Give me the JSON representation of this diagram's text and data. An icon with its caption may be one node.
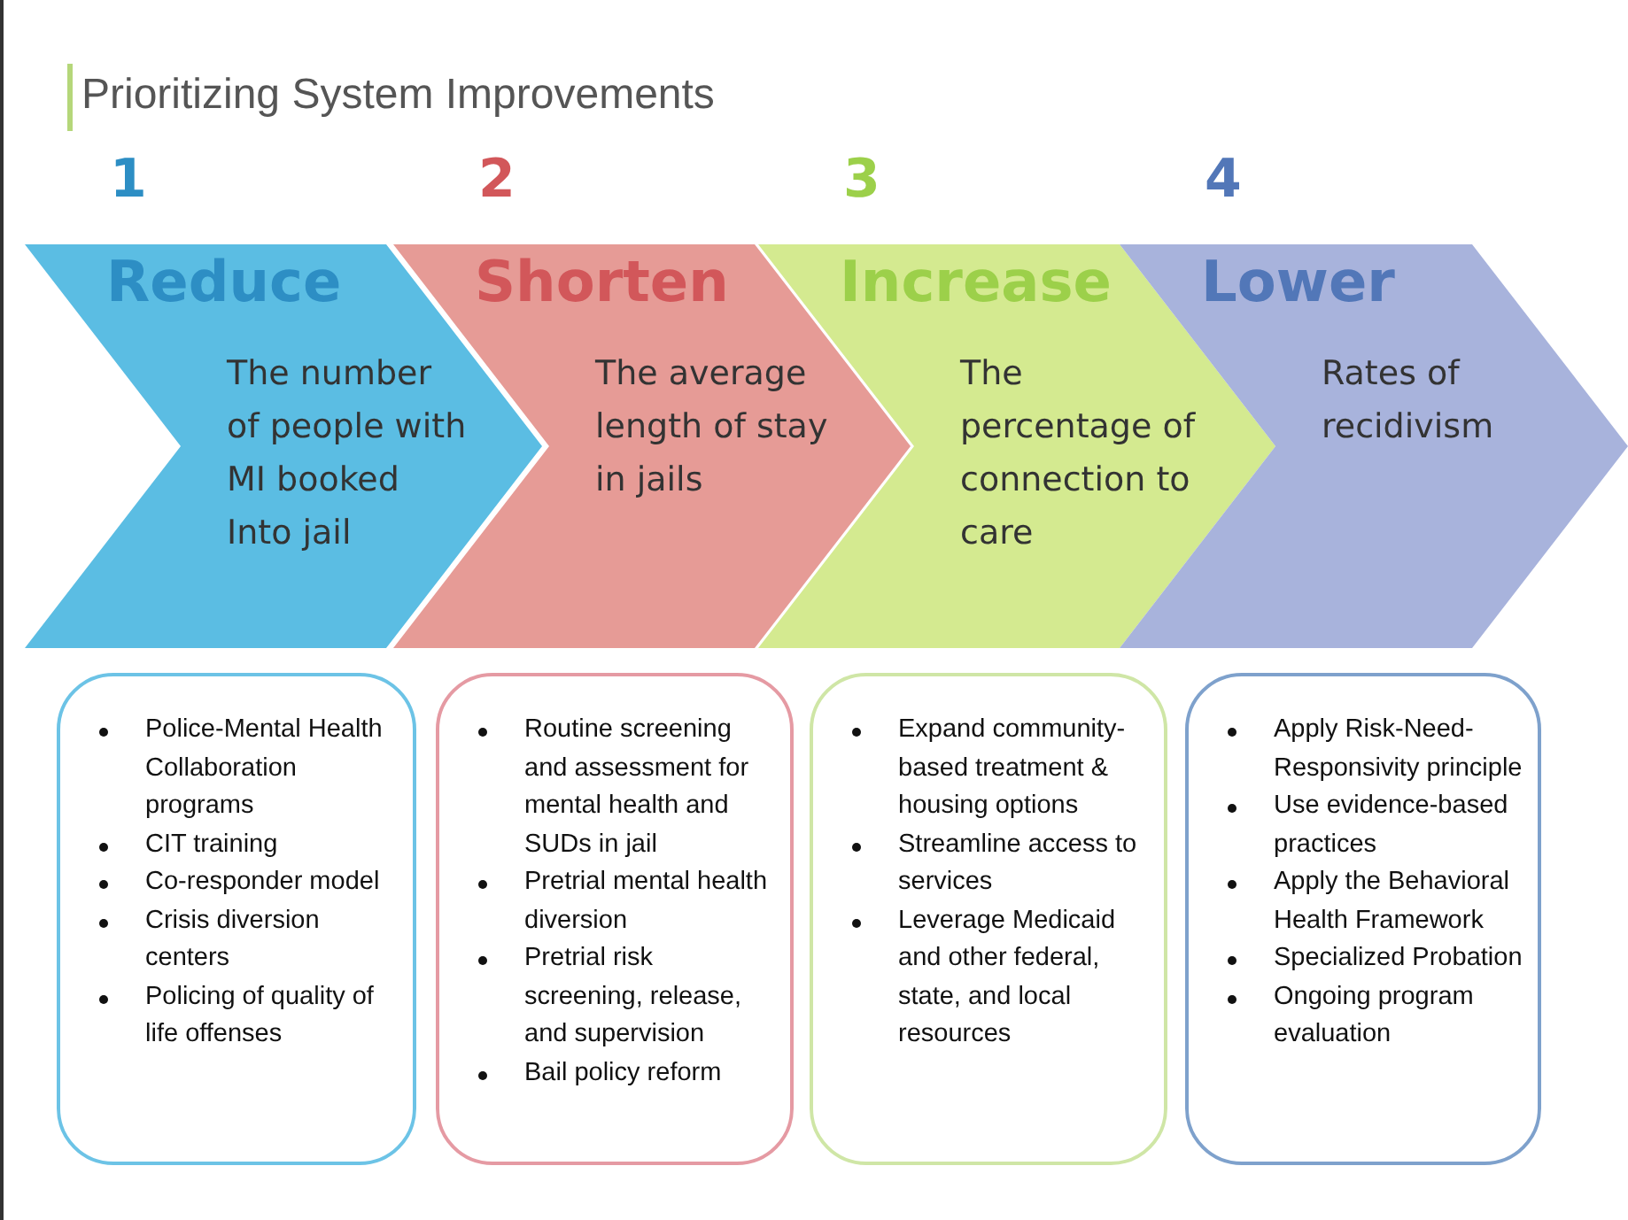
{
  "diagram": {
    "title": "Prioritizing System Improvements",
    "nodes": [
      {
        "text": [
          "Reduce",
          "The number of people with MI booked Into jail"
        ],
        "beside": [
          "1"
        ]
      },
      {
        "text": [
          "Shorten",
          "The average length of stay in jails"
        ],
        "beside": [
          "2"
        ]
      },
      {
        "text": [
          "Increase",
          "The percentage of connection to care"
        ],
        "beside": [
          "3"
        ]
      },
      {
        "text": [
          "Lower",
          "Rates of recidivism"
        ],
        "beside": [
          "4"
        ]
      },
      {
        "text": [
          "Police-Mental Health Collaboration programs",
          "CIT training",
          "Co-responder model",
          "Crisis diversion centers",
          "Policing of quality of life offenses"
        ]
      },
      {
        "text": [
          "Routine screening and assessment for mental health and SUDs in jail",
          "Pretrial mental health diversion",
          "Pretrial risk screening, release, and supervision",
          "Bail policy reform"
        ]
      },
      {
        "text": [
          "Expand community-based treatment & housing options",
          "Streamline access to services",
          "Leverage Medicaid and other federal, state, and local resources"
        ]
      },
      {
        "text": [
          "Apply Risk-Need-Responsivity principle",
          "Use evidence-based practices",
          "Apply the Behavioral Health Framework",
          "Specialized Probation",
          "Ongoing program evaluation"
        ]
      }
    ]
  }
}
